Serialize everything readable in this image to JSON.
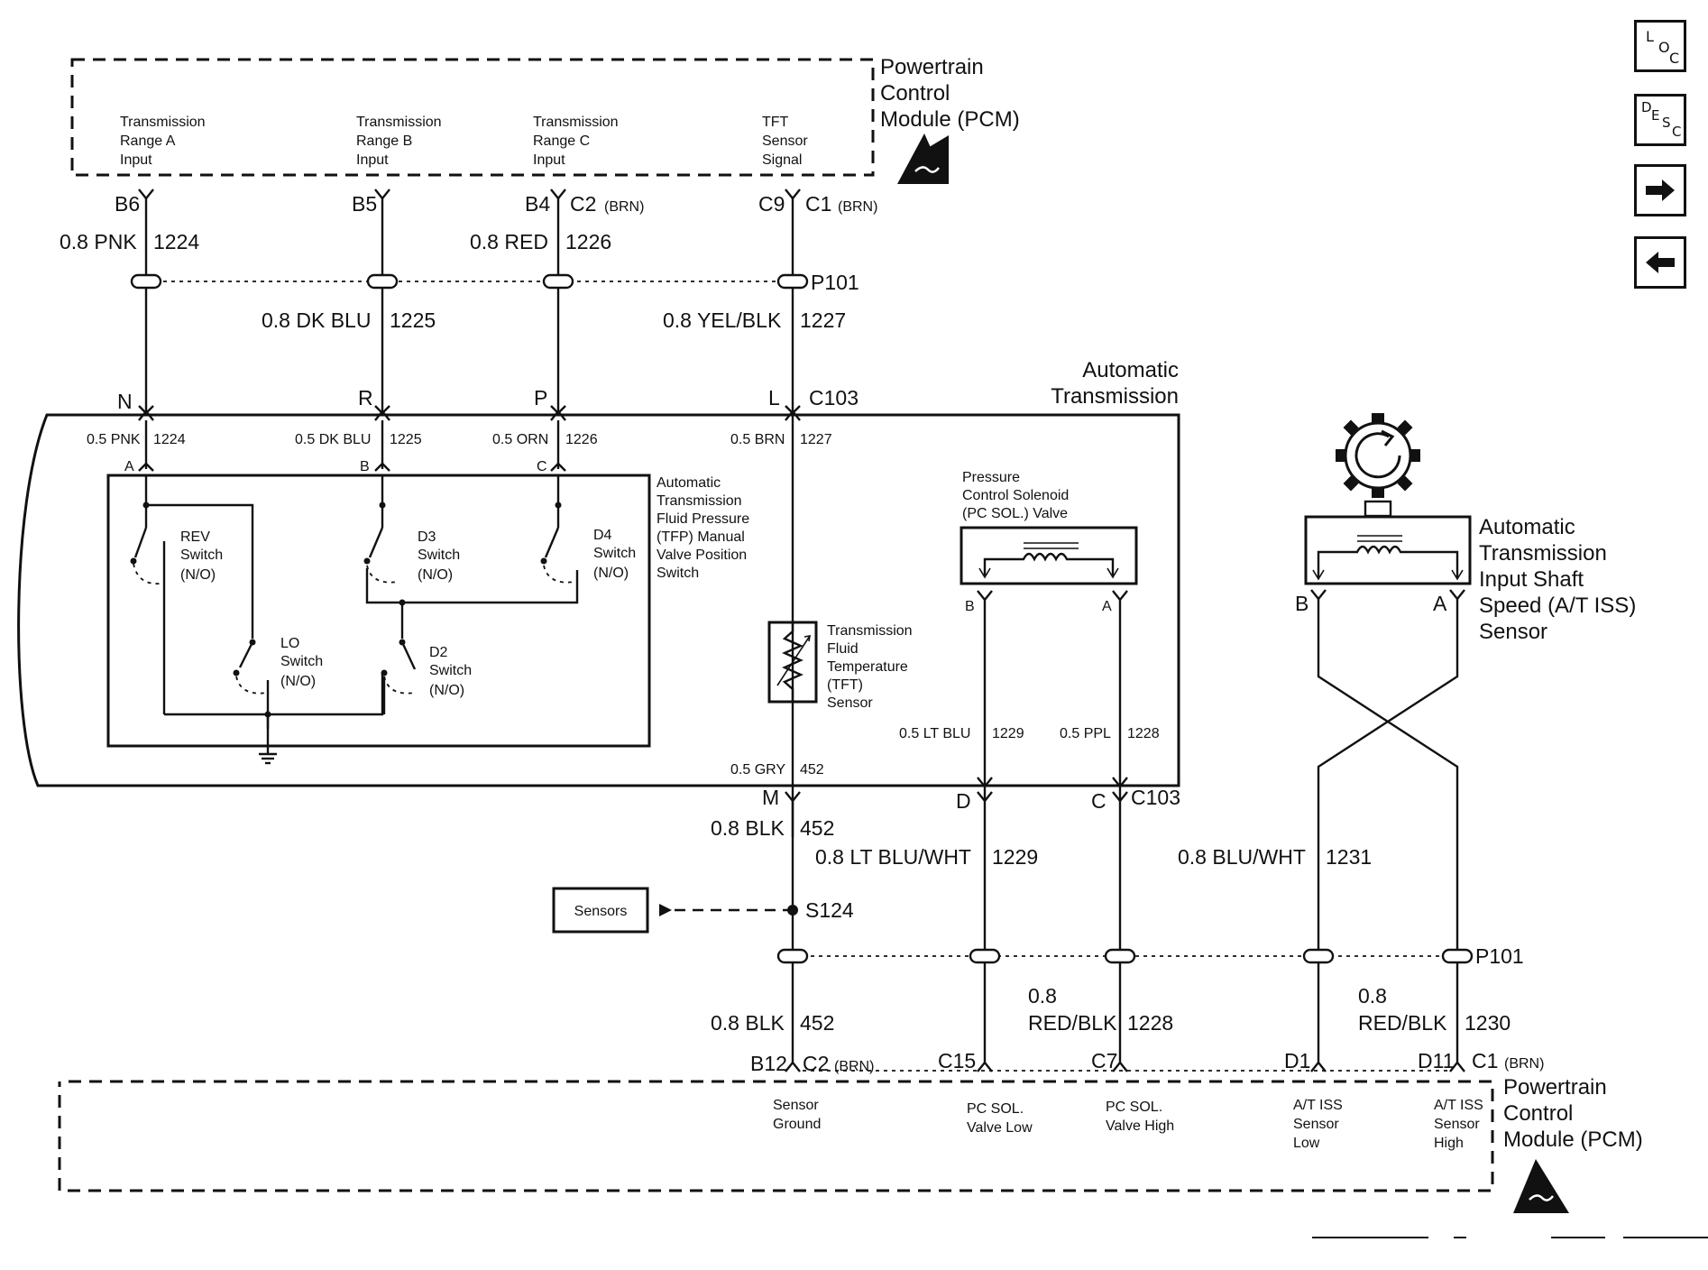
{
  "pcm_top": {
    "title": [
      "Powertrain",
      "Control",
      "Module (PCM)"
    ],
    "inputs": [
      [
        "Transmission",
        "Range A",
        "Input"
      ],
      [
        "Transmission",
        "Range B",
        "Input"
      ],
      [
        "Transmission",
        "Range C",
        "Input"
      ],
      [
        "TFT",
        "Sensor",
        "Signal"
      ]
    ],
    "pins": [
      "B6",
      "B5",
      "B4",
      "C9"
    ],
    "connectors": [
      "C2",
      "C1"
    ],
    "connector_color": "(BRN)"
  },
  "upper_wires": [
    {
      "gauge": "0.8 PNK",
      "circuit": "1224"
    },
    {
      "gauge": "0.8 DK BLU",
      "circuit": "1225"
    },
    {
      "gauge": "0.8 RED",
      "circuit": "1226"
    },
    {
      "gauge": "0.8 YEL/BLK",
      "circuit": "1227"
    }
  ],
  "splice_top": "P101",
  "transmission": {
    "title": [
      "Automatic",
      "Transmission"
    ],
    "connector_top": "C103",
    "pins_top": [
      "N",
      "R",
      "P",
      "L"
    ],
    "inner_wires": [
      {
        "gauge": "0.5 PNK",
        "circuit": "1224"
      },
      {
        "gauge": "0.5 DK BLU",
        "circuit": "1225"
      },
      {
        "gauge": "0.5 ORN",
        "circuit": "1226"
      },
      {
        "gauge": "0.5 BRN",
        "circuit": "1227"
      }
    ],
    "switch_pins": [
      "A",
      "B",
      "C"
    ],
    "switch_assembly": [
      "Automatic",
      "Transmission",
      "Fluid Pressure",
      "(TFP) Manual",
      "Valve Position",
      "Switch"
    ],
    "switches": [
      [
        "REV",
        "Switch",
        "(N/O)"
      ],
      [
        "D3",
        "Switch",
        "(N/O)"
      ],
      [
        "D4",
        "Switch",
        "(N/O)"
      ],
      [
        "LO",
        "Switch",
        "(N/O)"
      ],
      [
        "D2",
        "Switch",
        "(N/O)"
      ]
    ],
    "tft_sensor": [
      "Transmission",
      "Fluid",
      "Temperature",
      "(TFT)",
      "Sensor"
    ],
    "pc_solenoid": [
      "Pressure",
      "Control Solenoid",
      "(PC SOL.) Valve"
    ],
    "pc_pins": [
      "B",
      "A"
    ],
    "lower_inner_wires": [
      {
        "gauge": "0.5 GRY",
        "circuit": "452"
      },
      {
        "gauge": "0.5 LT BLU",
        "circuit": "1229"
      },
      {
        "gauge": "0.5 PPL",
        "circuit": "1228"
      }
    ],
    "pins_bottom": [
      "M",
      "D",
      "C"
    ],
    "connector_bottom": "C103"
  },
  "iss_sensor": {
    "title": [
      "Automatic",
      "Transmission",
      "Input Shaft",
      "Speed (A/T ISS)",
      "Sensor"
    ],
    "pins": [
      "B",
      "A"
    ]
  },
  "lower_wires": [
    {
      "gauge": "0.8 BLK",
      "circuit": "452"
    },
    {
      "gauge": "0.8 LT BLU/WHT",
      "circuit": "1229"
    },
    {
      "gauge": "0.8 BLU/WHT",
      "circuit": "1231"
    }
  ],
  "sensors_box": "Sensors",
  "splice_ground": "S124",
  "splice_bottom": "P101",
  "bottom_wires": [
    {
      "gauge": "0.8 BLK",
      "circuit": "452"
    },
    {
      "gauge": [
        "0.8",
        "RED/BLK"
      ],
      "circuit": "1228"
    },
    {
      "gauge": [
        "0.8",
        "RED/BLK"
      ],
      "circuit": "1230"
    }
  ],
  "pcm_bottom": {
    "title": [
      "Powertrain",
      "Control",
      "Module (PCM)"
    ],
    "pins": [
      "B12",
      "C15",
      "C7",
      "D1",
      "D11"
    ],
    "connectors": [
      "C2",
      "C1"
    ],
    "connector_color": "(BRN)",
    "outputs": [
      [
        "Sensor",
        "Ground"
      ],
      [
        "PC SOL.",
        "Valve Low"
      ],
      [
        "PC SOL.",
        "Valve High"
      ],
      [
        "A/T ISS",
        "Sensor",
        "Low"
      ],
      [
        "A/T ISS",
        "Sensor",
        "High"
      ]
    ]
  },
  "nav": {
    "loc_icon": "L O C",
    "desc_icon": "D E S C",
    "next_icon": "right-arrow",
    "prev_icon": "left-arrow"
  },
  "colors": {
    "ink": "#111111",
    "background": "#ffffff"
  }
}
